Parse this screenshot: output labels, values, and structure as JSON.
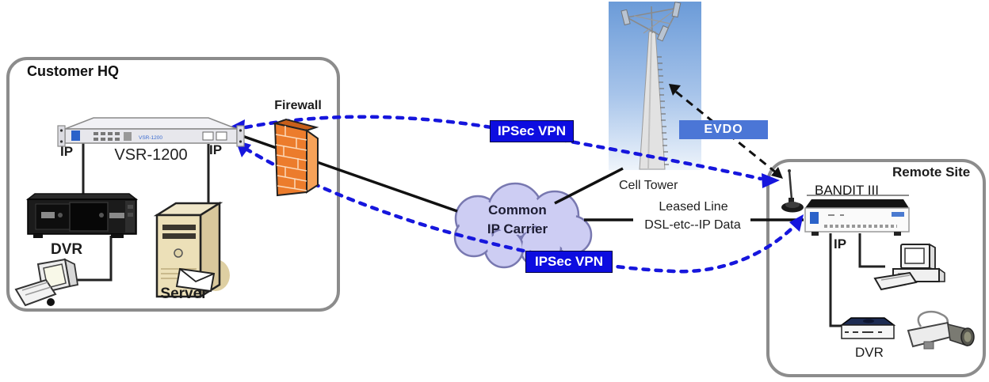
{
  "hq": {
    "title": "Customer HQ",
    "firewall_label": "Firewall",
    "router_label": "VSR-1200",
    "router_faceplate": "VSR-1200",
    "ip_left": "IP",
    "ip_right": "IP",
    "dvr_label": "DVR",
    "server_label": "Server"
  },
  "cloud": {
    "line1": "Common",
    "line2": "IP Carrier"
  },
  "wan": {
    "cell_tower_label": "Cell Tower",
    "leased_line1": "Leased Line",
    "leased_line2": "DSL-etc--IP Data"
  },
  "badges": {
    "ipsec_top": "IPSec VPN",
    "ipsec_bottom": "IPSec VPN",
    "evdo": "EVDO"
  },
  "remote": {
    "title": "Remote Site",
    "device_label": "BANDIT III",
    "ip_label": "IP",
    "dvr_label": "DVR"
  },
  "colors": {
    "vpn_blue": "#1616dd",
    "badge_blue": "#0d0de0",
    "evdo_blue": "#4b76d6",
    "cloud_fill": "#cdcdf3",
    "cloud_stroke": "#7878b0",
    "firewall_orange": "#ec7c2c",
    "box_border_gray": "#8c8c8c"
  }
}
